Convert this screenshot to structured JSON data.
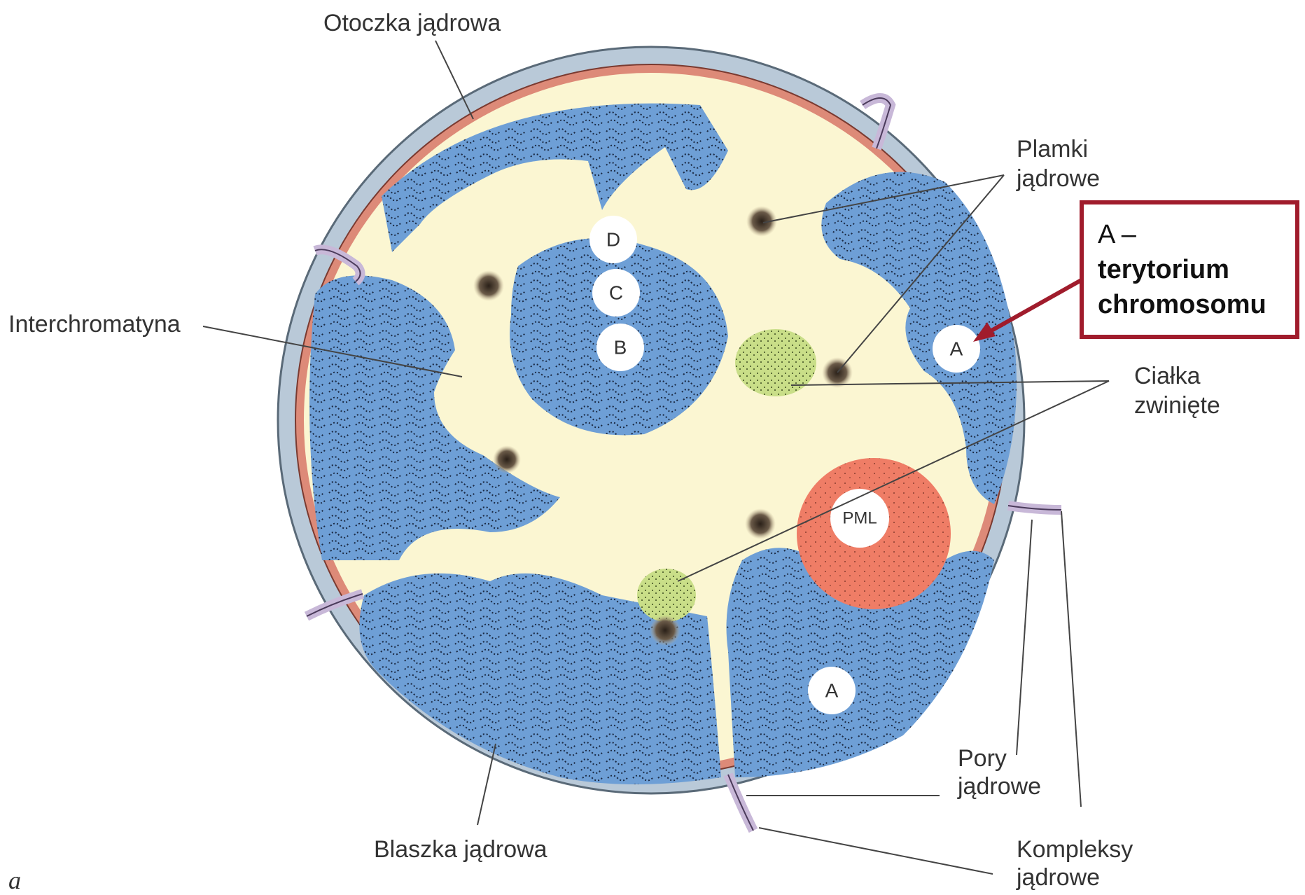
{
  "labels": {
    "nuclear_envelope": "Otoczka jądrowa",
    "speckles_line1": "Plamki",
    "speckles_line2": "jądrowe",
    "interchromatin": "Interchromatyna",
    "coiled_bodies_line1": "Ciałka",
    "coiled_bodies_line2": "zwinięte",
    "pores_line1": "Pory",
    "pores_line2": "jądrowe",
    "lamina": "Blaszka jądrowa",
    "complexes_line1": "Kompleksy",
    "complexes_line2": "jądrowe",
    "figure_letter": "a"
  },
  "inner_labels": {
    "d": "D",
    "c": "C",
    "b": "B",
    "a_right": "A",
    "a_bottom": "A",
    "pml": "PML"
  },
  "callout": {
    "line1": "A –",
    "line2": "terytorium",
    "line3": "chromosomu"
  },
  "colors": {
    "envelope": "#b9c9d8",
    "lamina": "#dd8a78",
    "nucleoplasm": "#fbf6d2",
    "chromatin": "#6e9fd6",
    "pml_body": "#ef7d66",
    "coiled_body": "#c9de88",
    "speckle": "#5a4a3a",
    "pore": "#c8b8d8",
    "callout_border": "#a01c2c"
  }
}
